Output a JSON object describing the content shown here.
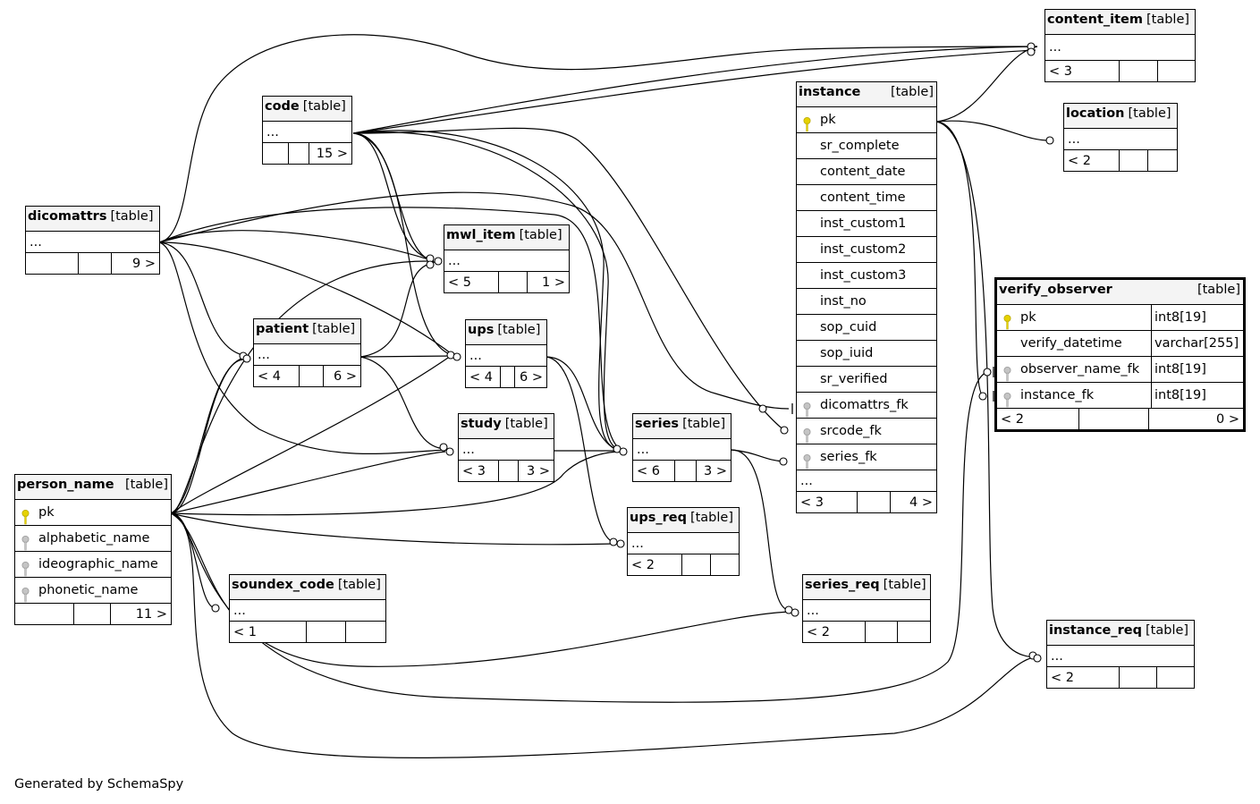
{
  "icons": {
    "primary_key": "gold-key-icon",
    "foreign_key": "gray-key-icon"
  },
  "colors": {
    "primary_key": "#e6d200",
    "foreign_key": "#b0b0b0",
    "header_bg": "#f4f4f4"
  },
  "footer": "Generated by SchemaSpy",
  "tables": {
    "content_item": {
      "name": "content_item",
      "tag": "[table]",
      "dots": "...",
      "parents": "< 3",
      "mid": "",
      "children": ""
    },
    "location": {
      "name": "location",
      "tag": "[table]",
      "dots": "...",
      "parents": "< 2",
      "mid": "",
      "children": ""
    },
    "code": {
      "name": "code",
      "tag": "[table]",
      "dots": "...",
      "parents": "",
      "mid": "",
      "children": "15 >"
    },
    "dicomattrs": {
      "name": "dicomattrs",
      "tag": "[table]",
      "dots": "...",
      "parents": "",
      "mid": "",
      "children": "9 >"
    },
    "mwl_item": {
      "name": "mwl_item",
      "tag": "[table]",
      "dots": "...",
      "parents": "< 5",
      "mid": "",
      "children": "1 >"
    },
    "patient": {
      "name": "patient",
      "tag": "[table]",
      "dots": "...",
      "parents": "< 4",
      "mid": "",
      "children": "6 >"
    },
    "ups": {
      "name": "ups",
      "tag": "[table]",
      "dots": "...",
      "parents": "< 4",
      "mid": "",
      "children": "6 >"
    },
    "study": {
      "name": "study",
      "tag": "[table]",
      "dots": "...",
      "parents": "< 3",
      "mid": "",
      "children": "3 >"
    },
    "series": {
      "name": "series",
      "tag": "[table]",
      "dots": "...",
      "parents": "< 6",
      "mid": "",
      "children": "3 >"
    },
    "ups_req": {
      "name": "ups_req",
      "tag": "[table]",
      "dots": "...",
      "parents": "< 2",
      "mid": "",
      "children": ""
    },
    "soundex_code": {
      "name": "soundex_code",
      "tag": "[table]",
      "dots": "...",
      "parents": "< 1",
      "mid": "",
      "children": ""
    },
    "series_req": {
      "name": "series_req",
      "tag": "[table]",
      "dots": "...",
      "parents": "< 2",
      "mid": "",
      "children": ""
    },
    "instance_req": {
      "name": "instance_req",
      "tag": "[table]",
      "dots": "...",
      "parents": "< 2",
      "mid": "",
      "children": ""
    },
    "person_name": {
      "name": "person_name",
      "tag": "[table]",
      "columns": [
        "pk",
        "alphabetic_name",
        "ideographic_name",
        "phonetic_name"
      ],
      "parents": "",
      "mid": "",
      "children": "11 >"
    },
    "instance": {
      "name": "instance",
      "tag": "[table]",
      "columns": [
        "pk",
        "sr_complete",
        "content_date",
        "content_time",
        "inst_custom1",
        "inst_custom2",
        "inst_custom3",
        "inst_no",
        "sop_cuid",
        "sop_iuid",
        "sr_verified",
        "dicomattrs_fk",
        "srcode_fk",
        "series_fk"
      ],
      "dots": "...",
      "parents": "< 3",
      "mid": "",
      "children": "4 >"
    },
    "verify_observer": {
      "name": "verify_observer",
      "tag": "[table]",
      "columns": [
        {
          "name": "pk",
          "type": "int8[19]"
        },
        {
          "name": "verify_datetime",
          "type": "varchar[255]"
        },
        {
          "name": "observer_name_fk",
          "type": "int8[19]"
        },
        {
          "name": "instance_fk",
          "type": "int8[19]"
        }
      ],
      "parents": "< 2",
      "mid": "",
      "children": "0 >"
    }
  }
}
